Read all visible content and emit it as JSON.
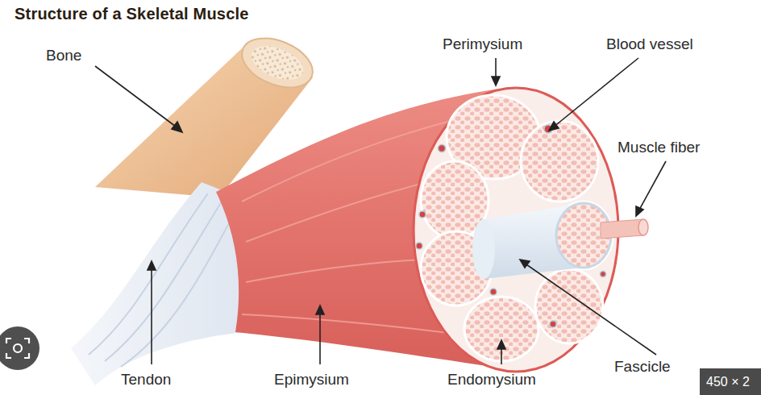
{
  "diagram": {
    "title": "Structure of a Skeletal Muscle",
    "labels": [
      "Bone",
      "Perimysium",
      "Blood vessel",
      "Muscle fiber",
      "Tendon",
      "Epimysium",
      "Endomysium",
      "Fascicle",
      "450 × 2"
    ]
  }
}
